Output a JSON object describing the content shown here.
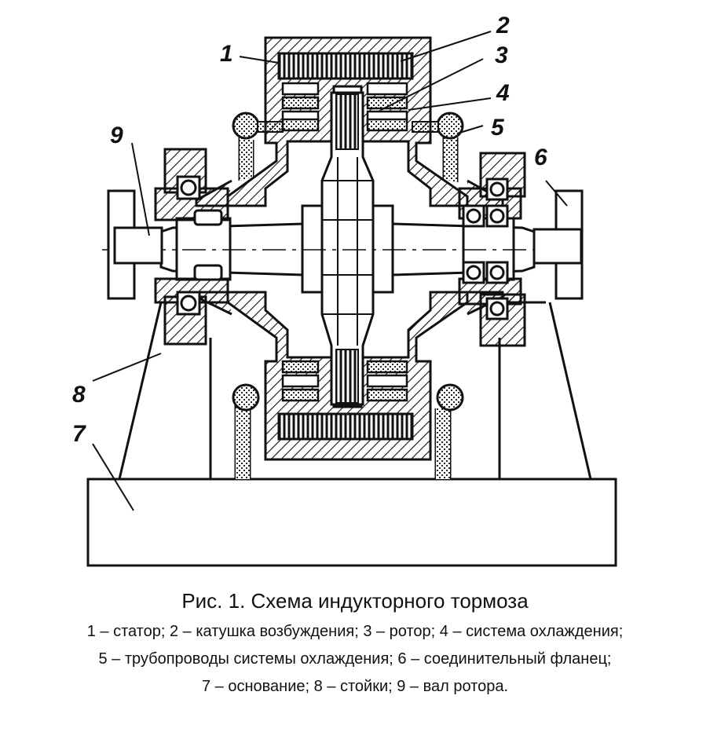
{
  "figure": {
    "callouts": [
      "1",
      "2",
      "3",
      "4",
      "5",
      "6",
      "7",
      "8",
      "9"
    ],
    "caption_title": "Рис. 1. Схема индукторного тормоза",
    "legend_lines": [
      "1 – статор; 2 – катушка возбуждения; 3 – ротор; 4 – система охлаждения;",
      "5 – трубопроводы системы охлаждения; 6 – соединительный фланец;",
      "7 – основание; 8 – стойки; 9 – вал ротора."
    ]
  }
}
